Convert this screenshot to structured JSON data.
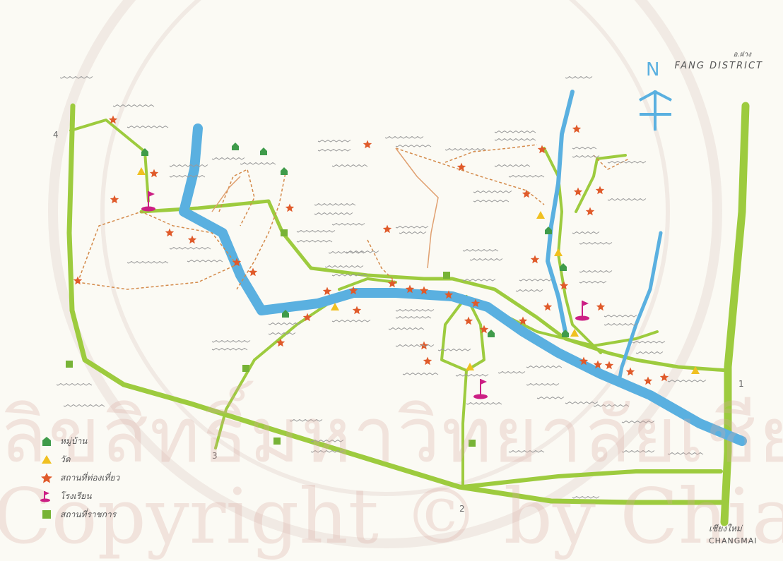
{
  "map": {
    "district_title": "FANG DISTRICT",
    "district_title_thai": "อ.ฝาง",
    "north_symbol": "N",
    "city_thai": "เชียงใหม่",
    "city_en": "CHANGMAI",
    "route_numbers": [
      "1",
      "2",
      "3",
      "4"
    ]
  },
  "legend": {
    "items": [
      {
        "symbol": "village",
        "label": "หมู่บ้าน",
        "color": "#3f9b4a"
      },
      {
        "symbol": "temple",
        "label": "วัด",
        "color": "#f0c020"
      },
      {
        "symbol": "star",
        "label": "สถานที่ท่องเที่ยว",
        "color": "#e05a2a"
      },
      {
        "symbol": "flag",
        "label": "โรงเรียน",
        "color": "#cc1f84"
      },
      {
        "symbol": "square",
        "label": "สถานที่ราชการ",
        "color": "#77b336"
      }
    ]
  },
  "watermark": {
    "line1": "ลิขสิทธิ์มหาวิทยาลัยเชียงใหม่",
    "line2": "Copyright © by Chiang Mai University"
  },
  "colors": {
    "road": "#9dcb3e",
    "river": "#5ab0e0",
    "trail": "#d48a4a",
    "star": "#e05a2a",
    "flag": "#cc1f84",
    "temple": "#f0c020",
    "village": "#3f9b4a"
  }
}
